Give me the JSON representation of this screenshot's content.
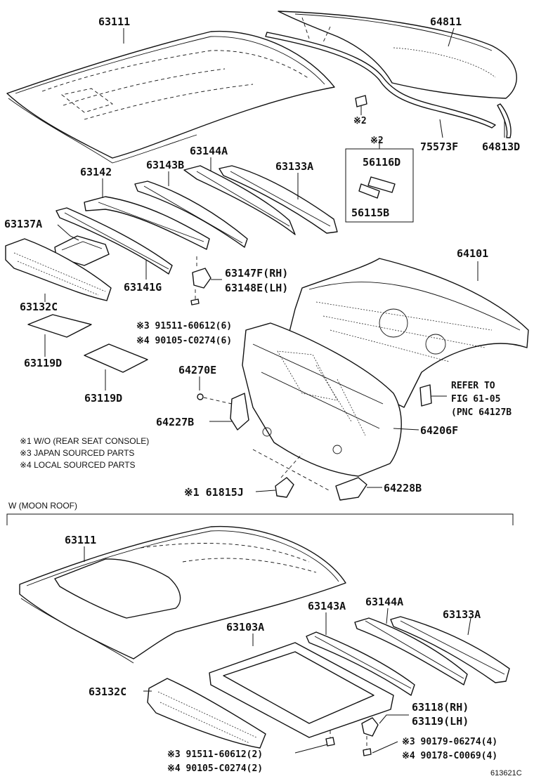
{
  "labels": {
    "p63111_top": "63111",
    "p64811": "64811",
    "p75573f": "75573F",
    "p64813d": "64813D",
    "note2_a": "※2",
    "note2_b": "※2",
    "p56116d": "56116D",
    "p56115b": "56115B",
    "p63144a_top": "63144A",
    "p63143b": "63143B",
    "p63133a_top": "63133A",
    "p63142": "63142",
    "p63137a": "63137A",
    "p63141g": "63141G",
    "p63147f": "63147F(RH)",
    "p63148e": "63148E(LH)",
    "p63132c_top": "63132C",
    "p64101": "64101",
    "bolt_a": "※3 91511-60612(6)",
    "bolt_b": "※4 90105-C0274(6)",
    "p63119d_a": "63119D",
    "p63119d_b": "63119D",
    "p64270e": "64270E",
    "refer_1": "REFER TO",
    "refer_2": "FIG 61-05",
    "refer_3": "(PNC 64127B",
    "p64227b": "64227B",
    "p64206f": "64206F",
    "p61815j": "※1 61815J",
    "p64228b": "64228B",
    "p63111_bottom": "63111",
    "p63143a": "63143A",
    "p63144a_bottom": "63144A",
    "p63133a_bottom": "63133A",
    "p63103a": "63103A",
    "p63132c_bottom": "63132C",
    "p63118": "63118(RH)",
    "p63119": "63119(LH)",
    "bolt_c": "※3 91511-60612(2)",
    "bolt_d": "※4 90105-C0274(2)",
    "bolt_e": "※3 90179-06274(4)",
    "bolt_f": "※4 90178-C0069(4)"
  },
  "notes": {
    "n1": "※1 W/O (REAR SEAT CONSOLE)",
    "n3": "※3 JAPAN SOURCED PARTS",
    "n4": "※4 LOCAL SOURCED PARTS"
  },
  "section": {
    "moon_roof": "W (MOON ROOF)"
  },
  "figure_code": "613621C"
}
